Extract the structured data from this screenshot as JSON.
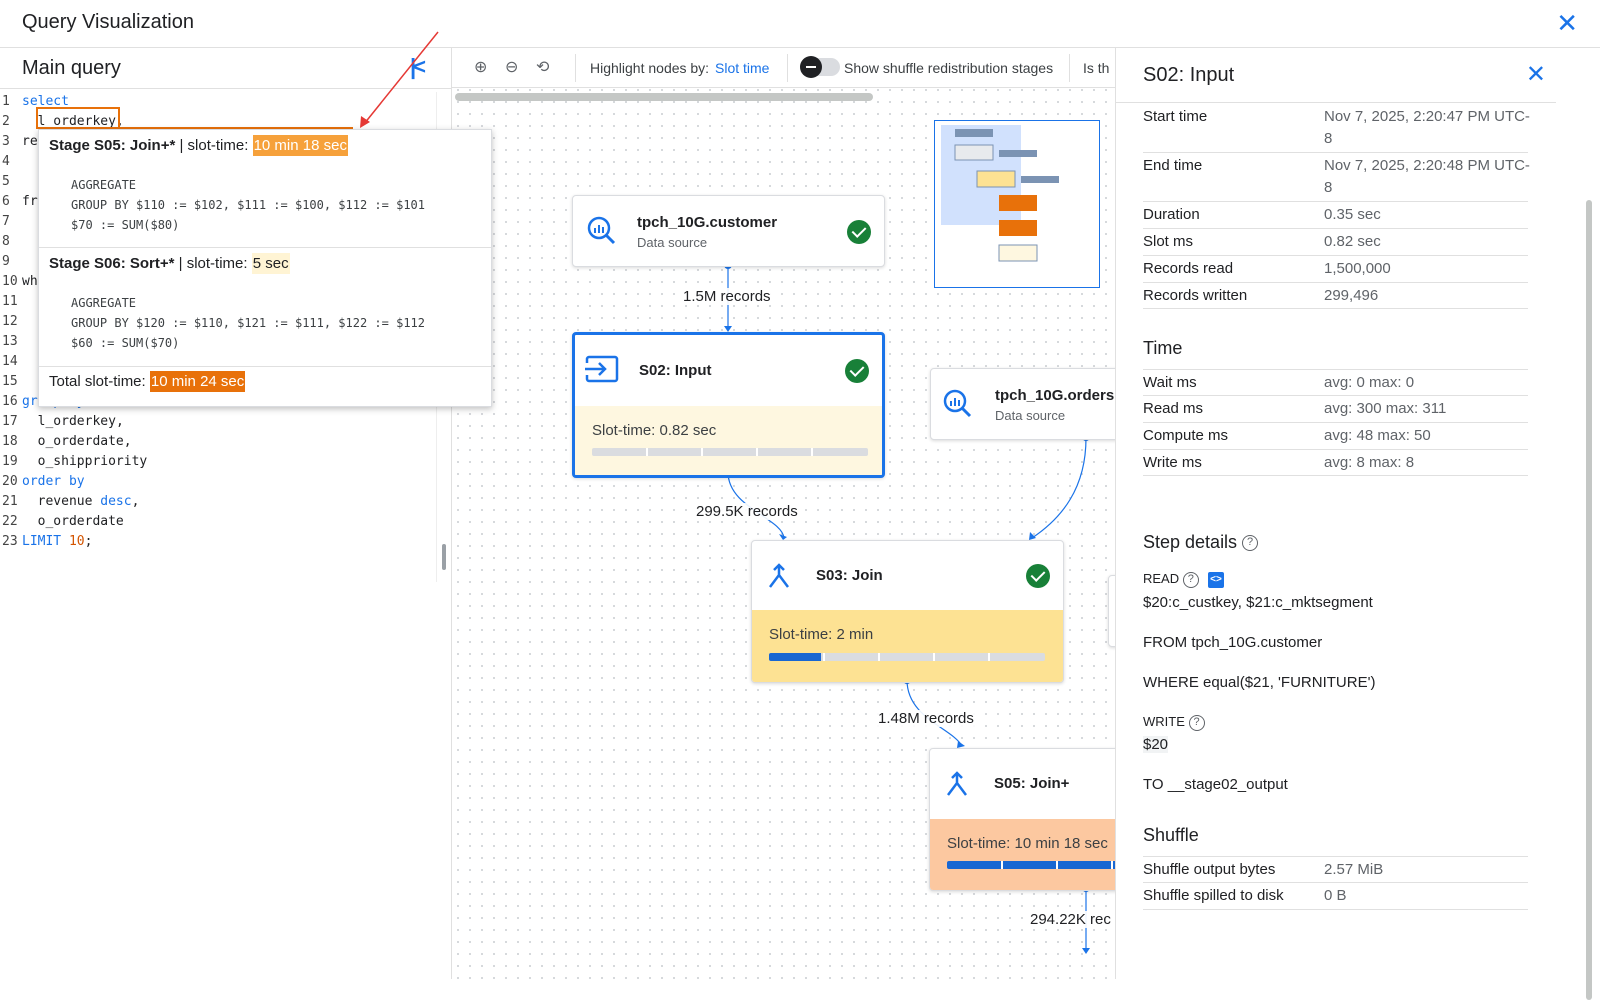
{
  "window": {
    "title": "Query Visualization"
  },
  "left": {
    "title": "Main query",
    "code_lines": [
      {
        "n": "1",
        "t": "select"
      },
      {
        "n": "2",
        "t": "  l_orderkey,"
      },
      {
        "n": "3",
        "t": "re"
      },
      {
        "n": "4",
        "t": ""
      },
      {
        "n": "5",
        "t": ""
      },
      {
        "n": "6",
        "t": "fr"
      },
      {
        "n": "7",
        "t": ""
      },
      {
        "n": "8",
        "t": ""
      },
      {
        "n": "9",
        "t": ""
      },
      {
        "n": "10",
        "t": "wh"
      },
      {
        "n": "11",
        "t": ""
      },
      {
        "n": "12",
        "t": ""
      },
      {
        "n": "13",
        "t": ""
      },
      {
        "n": "14",
        "t": ""
      },
      {
        "n": "15",
        "t": ""
      },
      {
        "n": "16",
        "t": "group by"
      },
      {
        "n": "17",
        "t": "  l_orderkey,"
      },
      {
        "n": "18",
        "t": "  o_orderdate,"
      },
      {
        "n": "19",
        "t": "  o_shippriority"
      },
      {
        "n": "20",
        "t": "order by"
      },
      {
        "n": "21",
        "t": "  revenue desc,"
      },
      {
        "n": "22",
        "t": "  o_orderdate"
      },
      {
        "n": "23",
        "t": "LIMIT 10;"
      }
    ]
  },
  "tooltip": {
    "s05": {
      "title": "Stage S05: Join+*",
      "sep": " | slot-time: ",
      "time": "10 min 18 sec",
      "code": "AGGREGATE\nGROUP BY $110 := $102, $111 := $100, $112 := $101\n$70 := SUM($80)"
    },
    "s06": {
      "title": "Stage S06: Sort+*",
      "sep": " | slot-time: ",
      "time": "5 sec",
      "code": "AGGREGATE\nGROUP BY $120 := $110, $121 := $111, $122 := $112\n$60 := SUM($70)"
    },
    "total_label": "Total slot-time: ",
    "total_time": "10 min 24 sec"
  },
  "toolbar": {
    "highlight_label": "Highlight nodes by:",
    "highlight_value": "Slot time",
    "shuffle_label": "Show shuffle redistribution stages",
    "cut_text": "Is th"
  },
  "graph": {
    "nodes": {
      "customer": {
        "name": "tpch_10G.customer",
        "sub": "Data source"
      },
      "s02": {
        "name": "S02: Input",
        "slot": "Slot-time: 0.82 sec",
        "progress": 0.0
      },
      "orders": {
        "name": "tpch_10G.orders",
        "sub": "Data source"
      },
      "s03": {
        "name": "S03: Join",
        "slot": "Slot-time: 2 min",
        "progress": 0.19
      },
      "s05": {
        "name": "S05: Join+",
        "slot": "Slot-time: 10 min 18 sec",
        "progress": 1.0
      }
    },
    "edges": {
      "e1": "1.5M records",
      "e2": "299.5K records",
      "e3": "1.48M records",
      "e4": "294.22K rec"
    }
  },
  "panel": {
    "title": "S02: Input",
    "rows": [
      {
        "k": "Start time",
        "v": "Nov 7, 2025, 2:20:47 PM UTC-",
        "v2": "8"
      },
      {
        "k": "End time",
        "v": "Nov 7, 2025, 2:20:48 PM UTC-",
        "v2": "8"
      },
      {
        "k": "Duration",
        "v": "0.35 sec"
      },
      {
        "k": "Slot ms",
        "v": "0.82 sec"
      },
      {
        "k": "Records read",
        "v": "1,500,000"
      },
      {
        "k": "Records written",
        "v": "299,496"
      }
    ],
    "time_title": "Time",
    "time_rows": [
      {
        "k": "Wait ms",
        "v": "avg: 0 max: 0"
      },
      {
        "k": "Read ms",
        "v": "avg: 300 max: 311"
      },
      {
        "k": "Compute ms",
        "v": "avg: 48 max: 50"
      },
      {
        "k": "Write ms",
        "v": "avg: 8 max: 8"
      }
    ],
    "step_title": "Step details",
    "read_label": "READ",
    "read_line1": "$20:c_custkey, $21:c_mktsegment",
    "read_line2": "FROM tpch_10G.customer",
    "read_line3": "WHERE equal($21, 'FURNITURE')",
    "write_label": "WRITE",
    "write_line1": "$20",
    "write_line2": "TO __stage02_output",
    "shuffle_title": "Shuffle",
    "shuffle_rows": [
      {
        "k": "Shuffle output bytes",
        "v": "2.57 MiB"
      },
      {
        "k": "Shuffle spilled to disk",
        "v": "0 B"
      }
    ]
  }
}
